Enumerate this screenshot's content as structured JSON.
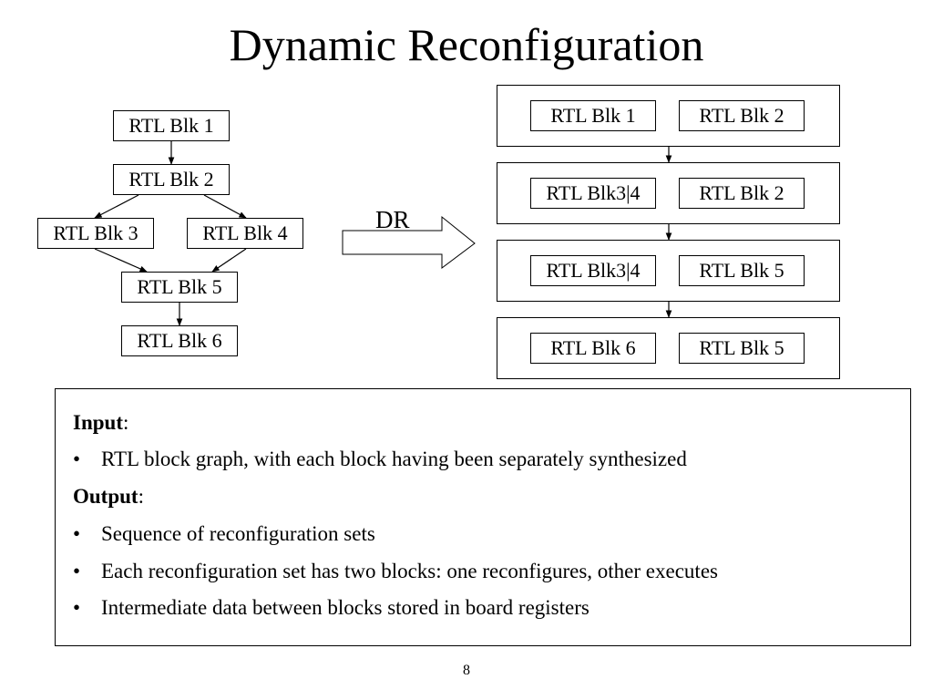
{
  "slide": {
    "title": "Dynamic Reconfiguration",
    "page_number": "8"
  },
  "graph": {
    "blk1": "RTL Blk 1",
    "blk2": "RTL Blk 2",
    "blk3": "RTL Blk 3",
    "blk4": "RTL Blk 4",
    "blk5": "RTL Blk 5",
    "blk6": "RTL Blk 6"
  },
  "dr_label": "DR",
  "sets": [
    {
      "left": "RTL Blk 1",
      "right": "RTL Blk 2"
    },
    {
      "left": "RTL Blk3|4",
      "right": "RTL Blk 2"
    },
    {
      "left": "RTL Blk3|4",
      "right": "RTL Blk 5"
    },
    {
      "left": "RTL Blk 6",
      "right": "RTL Blk 5"
    }
  ],
  "description": {
    "input_label": "Input",
    "input_items": [
      "RTL block graph, with each block having been separately synthesized"
    ],
    "output_label": "Output",
    "output_items": [
      "Sequence of reconfiguration sets",
      "Each reconfiguration set has two blocks: one reconfigures, other executes",
      "Intermediate data between blocks stored in board registers"
    ],
    "bullet_glyph": "•",
    "colon": ":"
  }
}
